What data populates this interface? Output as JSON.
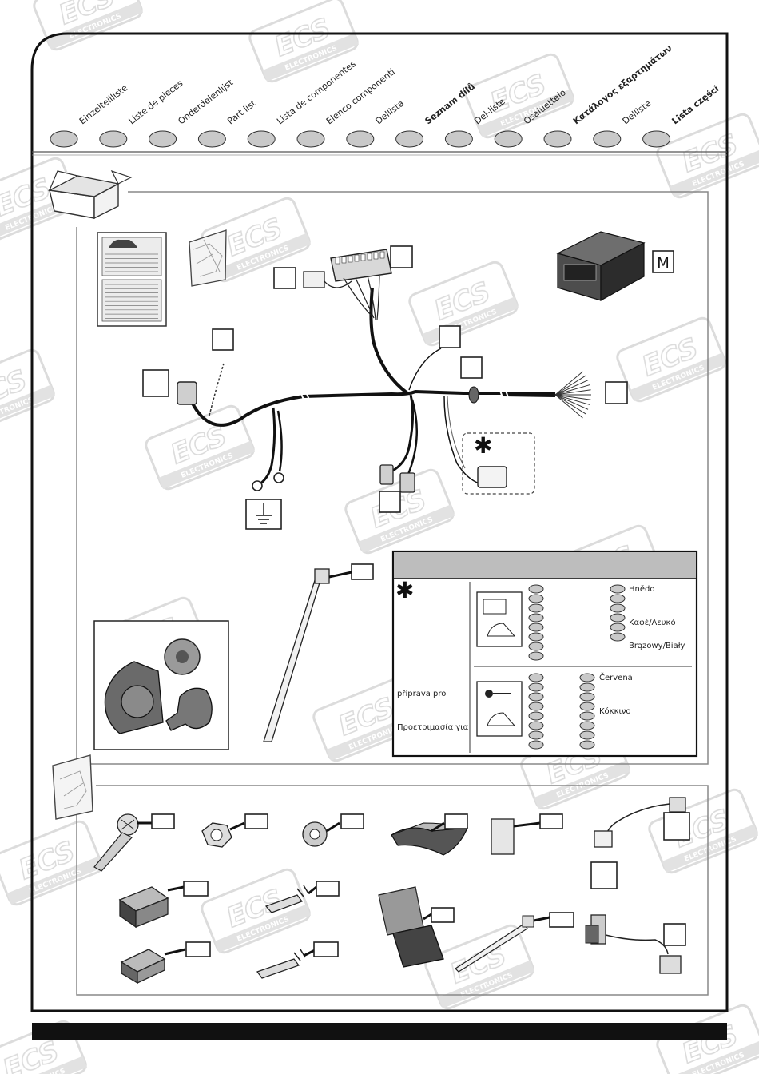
{
  "header": {
    "languages": [
      {
        "label": "Einzelteilliste",
        "bold": false
      },
      {
        "label": "Liste de pieces",
        "bold": false
      },
      {
        "label": "Onderdelenlijst",
        "bold": false
      },
      {
        "label": "Part list",
        "bold": false
      },
      {
        "label": "Lista de componentes",
        "bold": false
      },
      {
        "label": "Elenco componenti",
        "bold": false
      },
      {
        "label": "Dellista",
        "bold": false
      },
      {
        "label": "Seznam dílů",
        "bold": true
      },
      {
        "label": "Del-liste",
        "bold": false
      },
      {
        "label": "Osaluettelo",
        "bold": false
      },
      {
        "label": "Κατάλογος εξαρτημάτων",
        "bold": true
      },
      {
        "label": "Delliste",
        "bold": false
      },
      {
        "label": "Lista części",
        "bold": true
      }
    ]
  },
  "watermark": {
    "brand": "ECS",
    "sub": "ELECTRONICS"
  },
  "module_label": "M",
  "table": {
    "asterisk": "✱",
    "top_right": [
      "Hnědo",
      "Καφέ/Λευκό",
      "Brązowy/Biały"
    ],
    "bottom_left": [
      "příprava pro",
      "Προετοιμασία για"
    ],
    "bottom_right": [
      "Červená",
      "Κόκκινο"
    ]
  },
  "colors": {
    "line": "#222222",
    "oval": "#c9c9c9",
    "table_header": "#bdbdbd",
    "harness": "#111111"
  }
}
